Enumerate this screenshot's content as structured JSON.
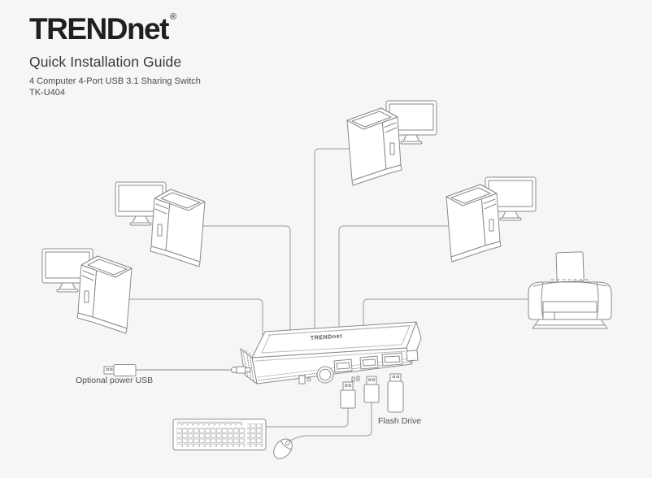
{
  "page": {
    "background": "#f6f6f4",
    "line_color": "#8a8a8a",
    "label_color": "#4f4f4f",
    "brand_color": "#1f1f1f"
  },
  "header": {
    "brand": "TRENDnet",
    "registered_mark": "®",
    "title": "Quick Installation Guide",
    "product_name": "4 Computer 4-Port USB 3.1 Sharing Switch",
    "model": "TK-U404"
  },
  "diagram": {
    "switch_brand_label": "TRENDnet",
    "labels": {
      "optional_power_usb": "Optional power USB",
      "flash_drive": "Flash Drive"
    },
    "device_icons": [
      "computer",
      "computer",
      "computer",
      "computer",
      "printer",
      "usb-sharing-switch",
      "keyboard",
      "mouse",
      "flash-drive",
      "usb-plug",
      "usb-plug",
      "power-usb-cable"
    ]
  }
}
